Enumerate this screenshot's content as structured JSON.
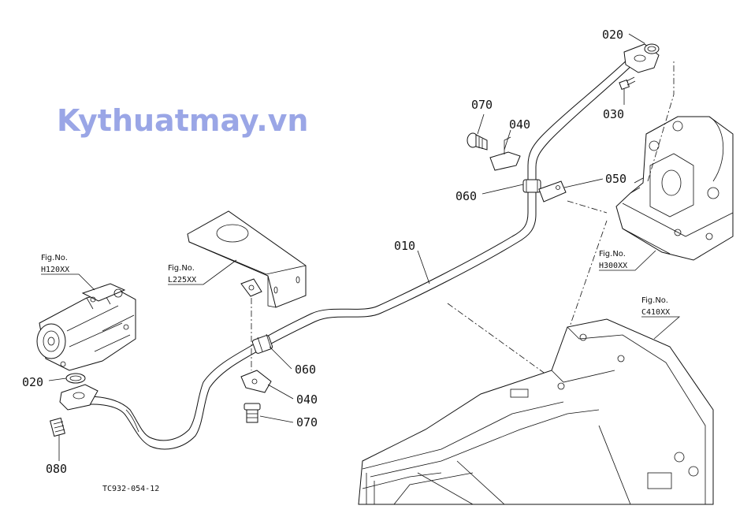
{
  "watermark": "Kythuatmay.vn",
  "drawing_code": "TC932-054-12",
  "part_labels": {
    "p020_top": "020",
    "p030": "030",
    "p070_top": "070",
    "p040_top": "040",
    "p050": "050",
    "p060_top": "060",
    "p010": "010",
    "p060_bottom": "060",
    "p040_bottom": "040",
    "p070_bottom": "070",
    "p020_left": "020",
    "p080": "080"
  },
  "fig_refs": {
    "h120": {
      "title": "Fig.No.",
      "code": "H120XX"
    },
    "l225": {
      "title": "Fig.No.",
      "code": "L225XX"
    },
    "h300": {
      "title": "Fig.No.",
      "code": "H300XX"
    },
    "c410": {
      "title": "Fig.No.",
      "code": "C410XX"
    }
  }
}
